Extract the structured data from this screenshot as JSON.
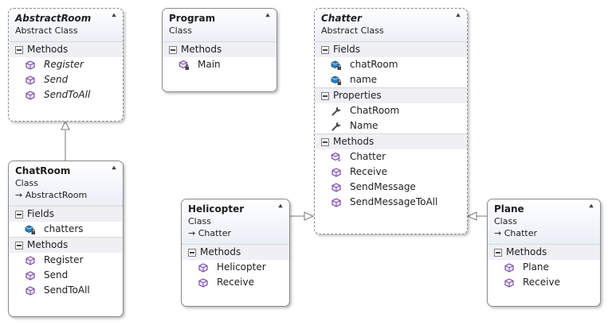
{
  "classes": {
    "abstract_room": {
      "name": "AbstractRoom",
      "kind": "Abstract Class",
      "methods_label": "Methods",
      "methods": [
        "Register",
        "Send",
        "SendToAll"
      ]
    },
    "program": {
      "name": "Program",
      "kind": "Class",
      "methods_label": "Methods",
      "methods": [
        "Main"
      ]
    },
    "chatter": {
      "name": "Chatter",
      "kind": "Abstract Class",
      "fields_label": "Fields",
      "fields": [
        "chatRoom",
        "name"
      ],
      "properties_label": "Properties",
      "properties": [
        "ChatRoom",
        "Name"
      ],
      "methods_label": "Methods",
      "methods": [
        "Chatter",
        "Receive",
        "SendMessage",
        "SendMessageToAll"
      ]
    },
    "chat_room": {
      "name": "ChatRoom",
      "kind": "Class",
      "base": "→ AbstractRoom",
      "fields_label": "Fields",
      "fields": [
        "chatters"
      ],
      "methods_label": "Methods",
      "methods": [
        "Register",
        "Send",
        "SendToAll"
      ]
    },
    "helicopter": {
      "name": "Helicopter",
      "kind": "Class",
      "base": "→ Chatter",
      "methods_label": "Methods",
      "methods": [
        "Helicopter",
        "Receive"
      ]
    },
    "plane": {
      "name": "Plane",
      "kind": "Class",
      "base": "→ Chatter",
      "methods_label": "Methods",
      "methods": [
        "Plane",
        "Receive"
      ]
    }
  },
  "colors": {
    "method_icon": "#7b4fa8",
    "field_icon": "#1f6fa8",
    "property_icon": "#444444",
    "border": "#8a8a8a"
  },
  "icons": {
    "method": "method-cube-icon",
    "private_method": "private-method-icon",
    "constructor": "constructor-icon",
    "field": "field-icon",
    "property": "wrench-icon",
    "collapse": "chevron-up-icon",
    "section_toggle": "minus-box-icon"
  }
}
